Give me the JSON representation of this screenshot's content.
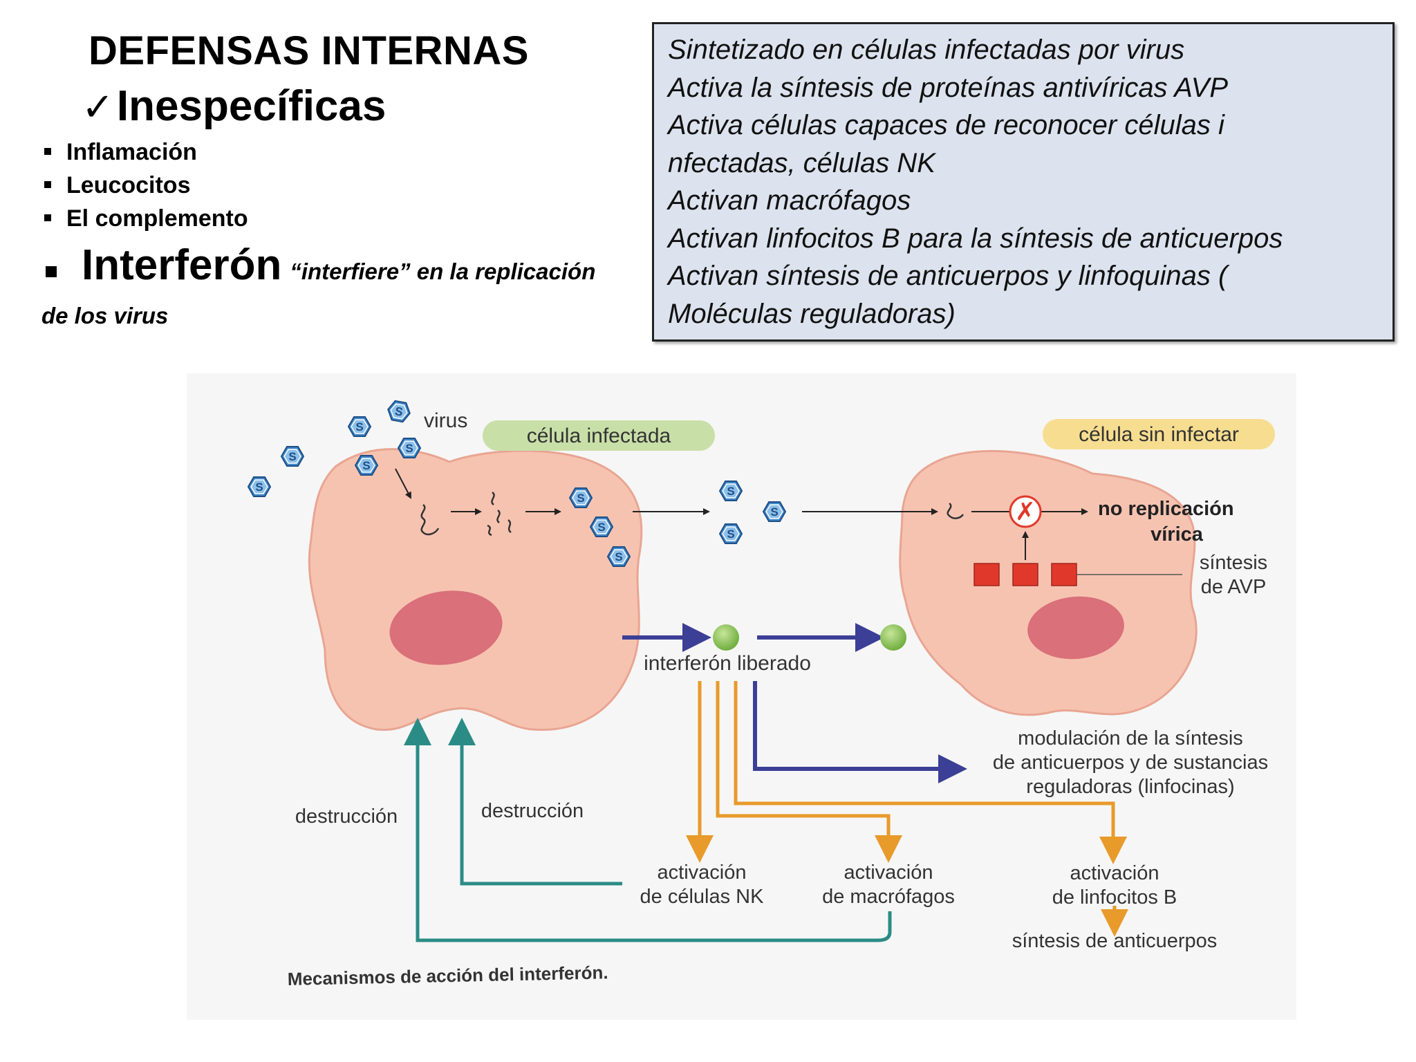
{
  "header": {
    "title": "DEFENSAS INTERNAS",
    "check_glyph": "✓",
    "subtitle": "Inespecíficas",
    "bullets": [
      "Inflamación",
      "Leucocitos",
      "El complemento"
    ],
    "interferon_label": "Interferón",
    "interferon_note": "“interfiere” en la replicación",
    "interferon_note_cont": "de los virus"
  },
  "info_box": {
    "lines": [
      "Sintetizado en células infectadas por virus",
      "Activa la síntesis de proteínas antivíricas  AVP",
      "Activa células capaces de reconocer células i",
      "nfectadas, células NK",
      "Activan macrófagos",
      "Activan linfocitos B para la síntesis de anticuerpos",
      "Activan síntesis de anticuerpos y linfoquinas (",
      "Moléculas reguladoras)"
    ]
  },
  "diagram": {
    "virus_label": "virus",
    "infected_cell_label": "célula infectada",
    "uninfected_cell_label": "célula sin infectar",
    "no_replication_1": "no replicación",
    "no_replication_2": "vírica",
    "avp_1": "síntesis",
    "avp_2": "de AVP",
    "interferon_released": "interferón liberado",
    "modulation_1": "modulación de la síntesis",
    "modulation_2": "de anticuerpos y de sustancias",
    "modulation_3": "reguladoras (linfocinas)",
    "destruction_left": "destrucción",
    "destruction_right": "destrucción",
    "nk_1": "activación",
    "nk_2": "de células NK",
    "macro_1": "activación",
    "macro_2": "de macrófagos",
    "lymph_1": "activación",
    "lymph_2": "de linfocitos B",
    "antibody_synthesis": "síntesis de anticuerpos",
    "caption": "Mecanismos de acción del interferón.",
    "colors": {
      "cell_fill": "#f7c3b1",
      "cell_stroke": "#e8a592",
      "nucleus": "#d9707a",
      "virus_fill": "#3f86c8",
      "label_green": "#c9dfa8",
      "label_yellow": "#f7dd8f",
      "teal": "#2b8c86",
      "orange": "#e89a2a",
      "navy": "#3b3f96",
      "red": "#e0392b"
    }
  }
}
